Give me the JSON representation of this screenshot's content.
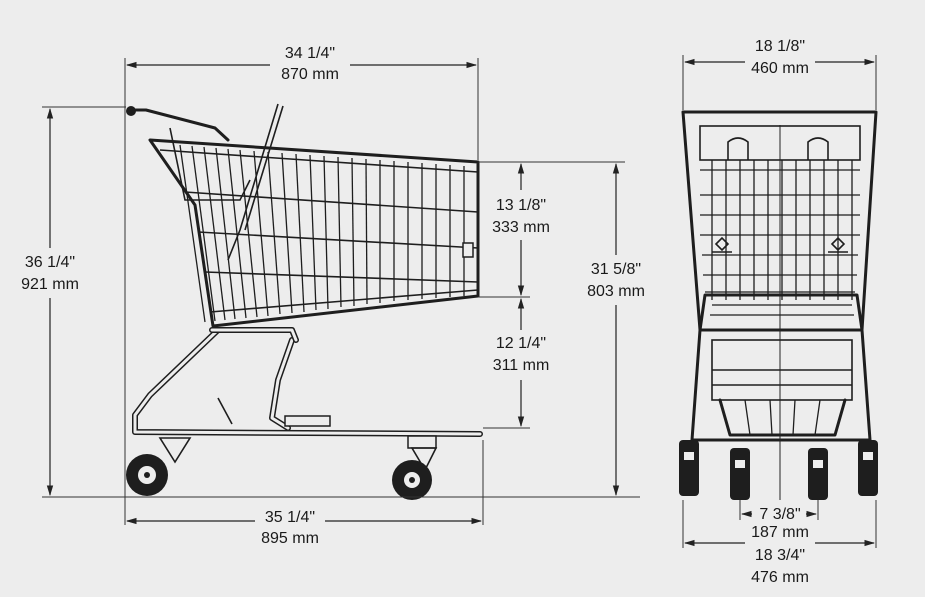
{
  "dimensions": {
    "side_overall_length": {
      "imperial": "34 1/4\"",
      "metric": "870 mm"
    },
    "side_base_length": {
      "imperial": "35 1/4\"",
      "metric": "895 mm"
    },
    "side_total_height": {
      "imperial": "36 1/4\"",
      "metric": "921 mm"
    },
    "basket_depth": {
      "imperial": "13 1/8\"",
      "metric": "333 mm"
    },
    "basket_clearance": {
      "imperial": "12 1/4\"",
      "metric": "311 mm"
    },
    "basket_top_height": {
      "imperial": "31 5/8\"",
      "metric": "803 mm"
    },
    "front_top_width": {
      "imperial": "18 1/8\"",
      "metric": "460 mm"
    },
    "front_inner_caster_width": {
      "imperial": "7 3/8\"",
      "metric": "187 mm"
    },
    "front_outer_caster_width": {
      "imperial": "18 3/4\"",
      "metric": "476 mm"
    }
  }
}
